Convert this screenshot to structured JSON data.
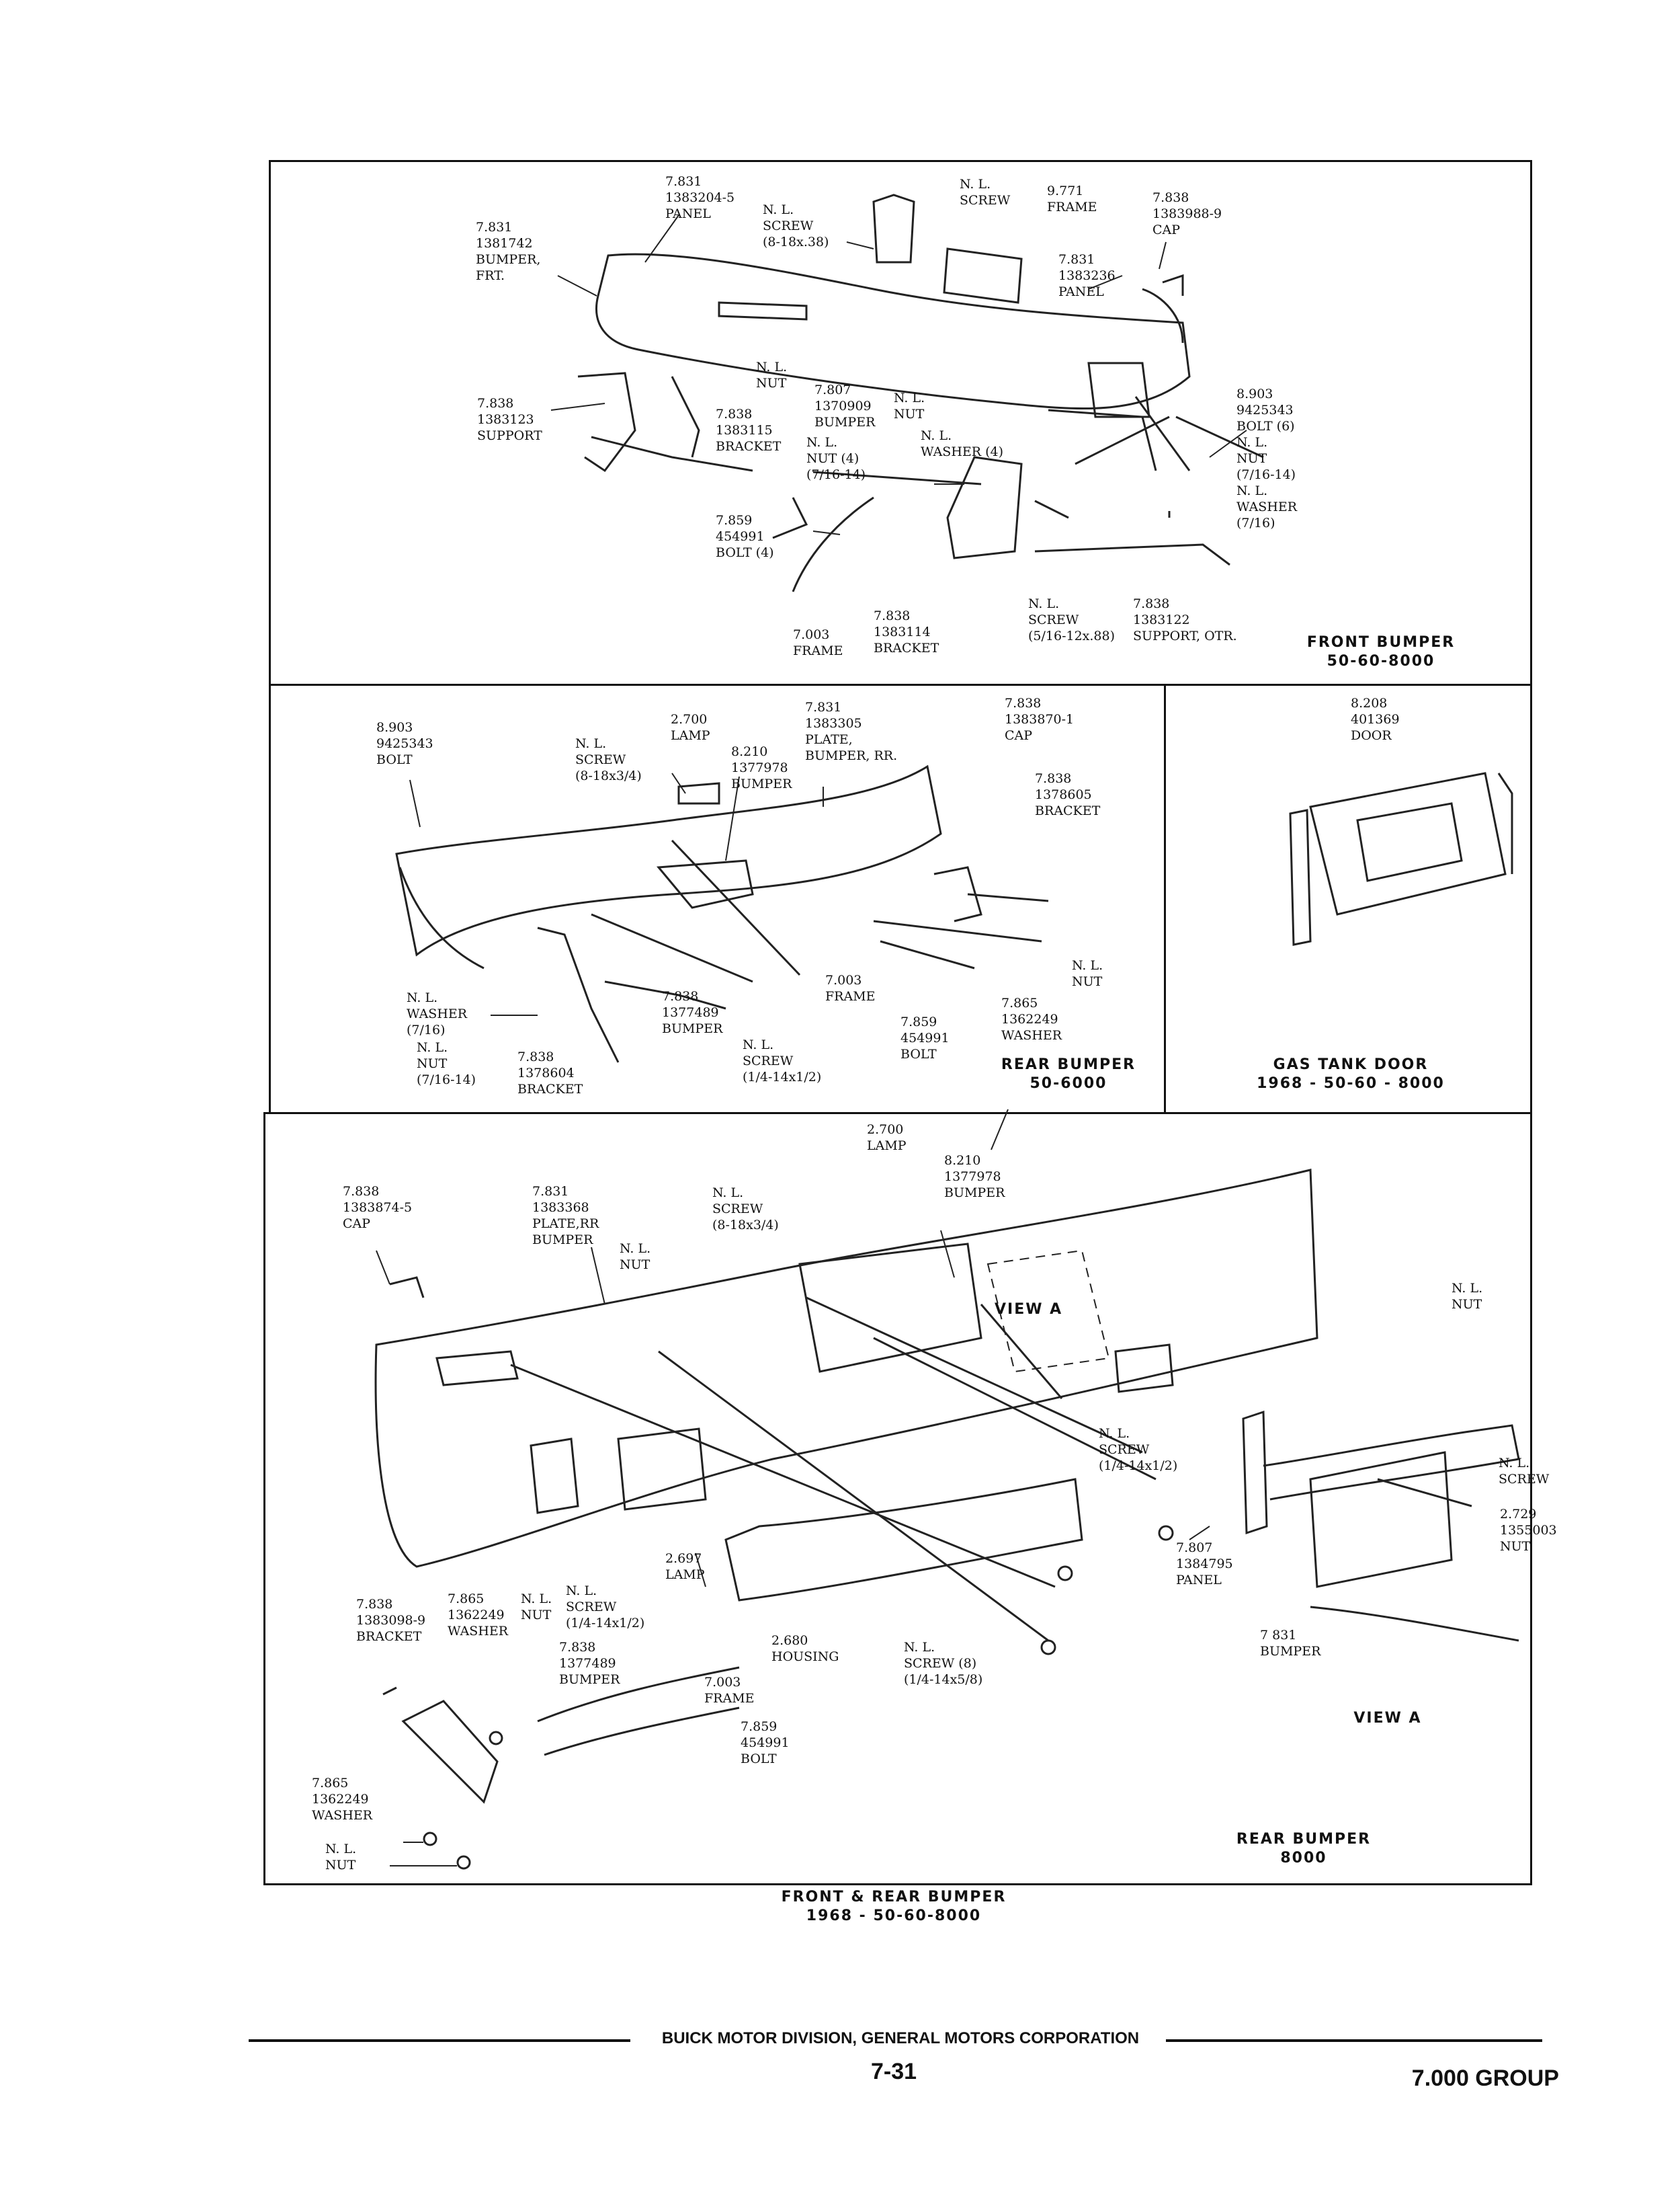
{
  "front_panel": {
    "caption": "FRONT BUMPER\n50-60-8000",
    "labels": [
      {
        "id": "p1",
        "text": "7.831\n1383204-5\nPANEL"
      },
      {
        "id": "p2",
        "text": "N. L.\nSCREW\n(8-18x.38)"
      },
      {
        "id": "p3",
        "text": "N. L.\nSCREW"
      },
      {
        "id": "p4",
        "text": "9.771\nFRAME"
      },
      {
        "id": "p5",
        "text": "7.838\n1383988-9\nCAP"
      },
      {
        "id": "p6",
        "text": "7.831\n1381742\nBUMPER,\nFRT."
      },
      {
        "id": "p7",
        "text": "7.831\n1383236\nPANEL"
      },
      {
        "id": "p8",
        "text": "N. L.\nNUT"
      },
      {
        "id": "p9",
        "text": "7.807\n1370909\nBUMPER"
      },
      {
        "id": "p10",
        "text": "N. L.\nNUT"
      },
      {
        "id": "p11",
        "text": "7.838\n1383123\nSUPPORT"
      },
      {
        "id": "p12",
        "text": "7.838\n1383115\nBRACKET"
      },
      {
        "id": "p13",
        "text": "N. L.\nNUT (4)\n(7/16-14)"
      },
      {
        "id": "p14",
        "text": "N. L.\nWASHER (4)"
      },
      {
        "id": "p15",
        "text": "8.903\n9425343\nBOLT (6)\nN. L.\nNUT\n(7/16-14)\nN. L.\nWASHER\n(7/16)"
      },
      {
        "id": "p16",
        "text": "7.859\n454991\nBOLT (4)"
      },
      {
        "id": "p17",
        "text": "7.003\nFRAME"
      },
      {
        "id": "p18",
        "text": "7.838\n1383114\nBRACKET"
      },
      {
        "id": "p19",
        "text": "N. L.\nSCREW\n(5/16-12x.88)"
      },
      {
        "id": "p20",
        "text": "7.838\n1383122\nSUPPORT, OTR."
      }
    ]
  },
  "rear_panel": {
    "caption": "REAR BUMPER\n50-6000",
    "labels": [
      {
        "id": "r1",
        "text": "8.903\n9425343\nBOLT"
      },
      {
        "id": "r2",
        "text": "N. L.\nSCREW\n(8-18x3/4)"
      },
      {
        "id": "r3",
        "text": "2.700\nLAMP"
      },
      {
        "id": "r4",
        "text": "8.210\n1377978\nBUMPER"
      },
      {
        "id": "r5",
        "text": "7.831\n1383305\nPLATE,\nBUMPER, RR."
      },
      {
        "id": "r6",
        "text": "7.838\n1383870-1\nCAP"
      },
      {
        "id": "r7",
        "text": "7.838\n1378605\nBRACKET"
      },
      {
        "id": "r8",
        "text": "N. L.\nNUT"
      },
      {
        "id": "r9",
        "text": "N. L.\nWASHER\n(7/16)"
      },
      {
        "id": "r10",
        "text": "N. L.\nNUT\n(7/16-14)"
      },
      {
        "id": "r11",
        "text": "7.838\n1377489\nBUMPER"
      },
      {
        "id": "r12",
        "text": "7.838\n1378604\nBRACKET"
      },
      {
        "id": "r13",
        "text": "N. L.\nSCREW\n(1/4-14x1/2)"
      },
      {
        "id": "r14",
        "text": "7.003\nFRAME"
      },
      {
        "id": "r15",
        "text": "7.859\n454991\nBOLT"
      },
      {
        "id": "r16",
        "text": "7.865\n1362249\nWASHER"
      }
    ]
  },
  "gas_panel": {
    "caption": "GAS TANK DOOR\n1968 - 50-60 - 8000",
    "labels": [
      {
        "id": "g1",
        "text": "8.208\n401369\nDOOR"
      }
    ]
  },
  "rear8000_panel": {
    "caption": "REAR BUMPER\n8000",
    "view_a": "VIEW A",
    "view_a_label": "VIEW A",
    "labels": [
      {
        "id": "b1",
        "text": "2.700\nLAMP"
      },
      {
        "id": "b2",
        "text": "8.210\n1377978\nBUMPER"
      },
      {
        "id": "b3",
        "text": "7.838\n1383874-5\nCAP"
      },
      {
        "id": "b4",
        "text": "7.831\n1383368\nPLATE,RR\nBUMPER"
      },
      {
        "id": "b5",
        "text": "N. L.\nNUT"
      },
      {
        "id": "b6",
        "text": "N. L.\nSCREW\n(8-18x3/4)"
      },
      {
        "id": "b7",
        "text": "N. L.\nNUT"
      },
      {
        "id": "b8",
        "text": "N. L.\nSCREW\n(1/4-14x1/2)"
      },
      {
        "id": "b9",
        "text": "N. L.\nSCREW"
      },
      {
        "id": "b10",
        "text": "2.729\n1355003\nNUT"
      },
      {
        "id": "b11",
        "text": "7.807\n1384795\nPANEL"
      },
      {
        "id": "b12",
        "text": "7 831\nBUMPER"
      },
      {
        "id": "b13",
        "text": "2.697\nLAMP"
      },
      {
        "id": "b14",
        "text": "7.838\n1383098-9\nBRACKET"
      },
      {
        "id": "b15",
        "text": "7.865\n1362249\nWASHER"
      },
      {
        "id": "b16",
        "text": "N. L.\nNUT"
      },
      {
        "id": "b17",
        "text": "N. L.\nSCREW\n(1/4-14x1/2)"
      },
      {
        "id": "b18",
        "text": "7.838\n1377489\nBUMPER"
      },
      {
        "id": "b19",
        "text": "2.680\nHOUSING"
      },
      {
        "id": "b20",
        "text": "N. L.\nSCREW (8)\n(1/4-14x5/8)"
      },
      {
        "id": "b21",
        "text": "7.003\nFRAME"
      },
      {
        "id": "b22",
        "text": "7.859\n454991\nBOLT"
      },
      {
        "id": "b23",
        "text": "7.865\n1362249\nWASHER"
      },
      {
        "id": "b24",
        "text": "N. L.\nNUT"
      }
    ]
  },
  "figure_caption": "FRONT & REAR BUMPER\n1968 - 50-60-8000",
  "footer": {
    "division": "BUICK MOTOR DIVISION, GENERAL MOTORS CORPORATION",
    "page": "7-31",
    "group": "7.000 GROUP"
  }
}
